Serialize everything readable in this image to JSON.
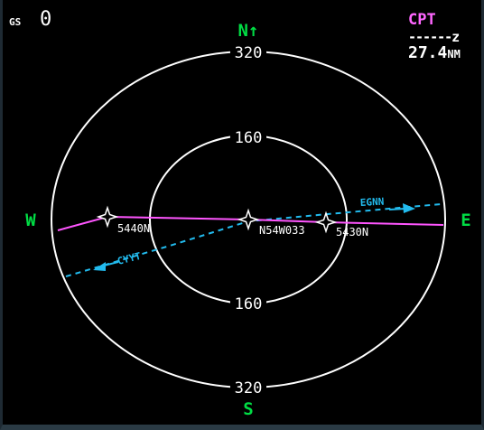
{
  "status": {
    "gs_label": "GS",
    "gs_value": "0"
  },
  "active_waypoint": {
    "name": "CPT",
    "eta": "------z",
    "distance": "27.4",
    "distance_unit": "NM"
  },
  "compass": {
    "north": "N↑",
    "south": "S",
    "east": "E",
    "west": "W"
  },
  "range_rings": {
    "outer_top": "320",
    "inner_top": "160",
    "inner_bottom": "160",
    "outer_bottom": "320"
  },
  "waypoints": {
    "wpt1": "5440N",
    "wpt2": "N54W033",
    "wpt3": "5430N"
  },
  "secondary_route": {
    "end_label": "EGNN",
    "start_label": "CYYT"
  },
  "colors": {
    "ring": "#ffffff",
    "compass": "#00dd44",
    "active_route": "#ff55ff",
    "secondary_route": "#22bbee",
    "waypoint_label": "#ffffff"
  }
}
